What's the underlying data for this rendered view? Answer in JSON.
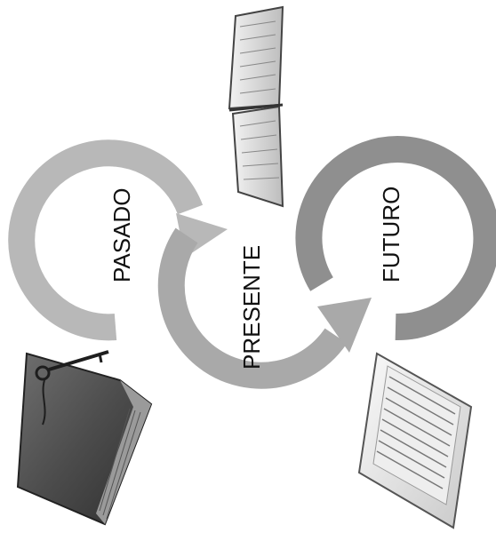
{
  "labels": {
    "past": "PASADO",
    "present": "PRESENTE",
    "future": "FUTURO"
  },
  "illustrations": {
    "past": "old-book-with-key-icon",
    "present": "open-book-icon",
    "future": "ereader-icon"
  },
  "colors": {
    "past_arrow": "#b8b8b8",
    "present_arrow": "#a9a9a9",
    "future_arrow": "#8f8f8f",
    "background": "#ffffff",
    "text": "#111111"
  }
}
